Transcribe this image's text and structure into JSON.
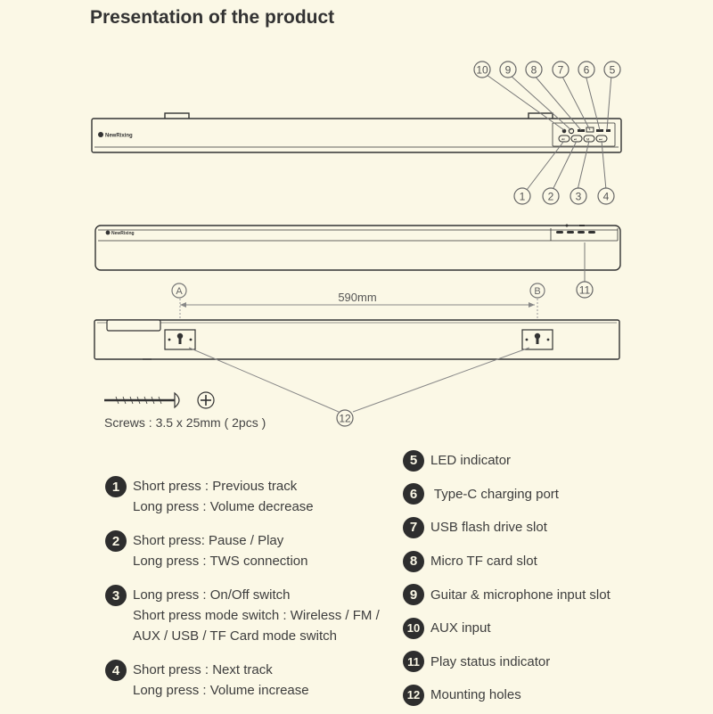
{
  "title": "Presentation of the product",
  "brand_label": "NewRixing",
  "dimension_label": "590mm",
  "point_a": "A",
  "point_b": "B",
  "callouts_top": [
    "10",
    "9",
    "8",
    "7",
    "6",
    "5"
  ],
  "callouts_bottom": [
    "1",
    "2",
    "3",
    "4"
  ],
  "callout_11": "11",
  "callout_12": "12",
  "screws_caption": "Screws : 3.5 x 25mm ( 2pcs )",
  "legend_left": [
    {
      "num": "1",
      "lines": [
        "Short press : Previous track",
        "Long press : Volume decrease"
      ]
    },
    {
      "num": "2",
      "lines": [
        "Short press: Pause / Play",
        "Long press : TWS connection"
      ]
    },
    {
      "num": "3",
      "lines": [
        "Long press : On/Off switch",
        "Short press mode switch : Wireless / FM /",
        "AUX / USB / TF Card mode switch"
      ]
    },
    {
      "num": "4",
      "lines": [
        "Short press : Next track",
        "Long press : Volume increase"
      ]
    }
  ],
  "legend_right": [
    {
      "num": "5",
      "text": "LED indicator"
    },
    {
      "num": "6",
      "text": " Type-C charging port"
    },
    {
      "num": "7",
      "text": "USB flash drive slot"
    },
    {
      "num": "8",
      "text": "Micro TF card slot"
    },
    {
      "num": "9",
      "text": "Guitar & microphone input slot"
    },
    {
      "num": "10",
      "text": "AUX input"
    },
    {
      "num": "11",
      "text": "Play status indicator"
    },
    {
      "num": "12",
      "text": "Mounting holes"
    }
  ]
}
